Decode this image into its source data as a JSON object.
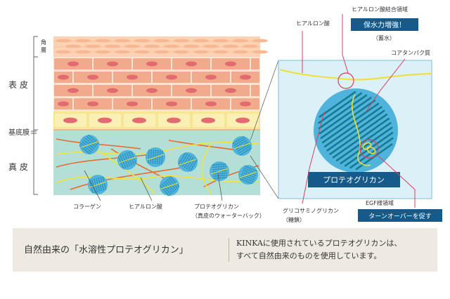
{
  "layers": {
    "stratum_corneum": "角\n層",
    "epidermis": "表 皮",
    "basement_membrane": "基底膜",
    "dermis": "真 皮"
  },
  "labels": {
    "hyaluronic_top": "ヒアルロン酸",
    "binding_region": "ヒアルロン酸結合領域",
    "water_retention": "保水力増強！",
    "water_storage": "（蓄水）",
    "core_protein": "コアタンパク質",
    "proteoglycan_box": "プロテオグリカン",
    "egf_region": "EGF様領域",
    "turnover": "ターンオーバーを促す",
    "gag": "グリコサミノグリカン",
    "gag_sub": "（糖鎖）",
    "collagen": "コラーゲン",
    "hyaluronic_bottom": "ヒアルロン酸",
    "proteoglycan_bottom": "プロテオグリカン",
    "proteoglycan_sub": "（真皮のウォーターバック）"
  },
  "footer": {
    "title": "自然由来の「水溶性プロテオグリカン」",
    "desc_line1": "KINKAに使用されているプロテオグリカンは、",
    "desc_line2": "すべて自然由来のものを使用しています。"
  },
  "colors": {
    "peach": "#fbd3b4",
    "cell": "#f2aa8c",
    "nucleus": "#e26b72",
    "basal": "#faeaa0",
    "dermis": "#b3dfd6",
    "panel": "#dcf0f8",
    "navy": "#155a8a",
    "leader": "#d94060",
    "yellow": "#f0e030",
    "blob": "#4fb3dc"
  }
}
